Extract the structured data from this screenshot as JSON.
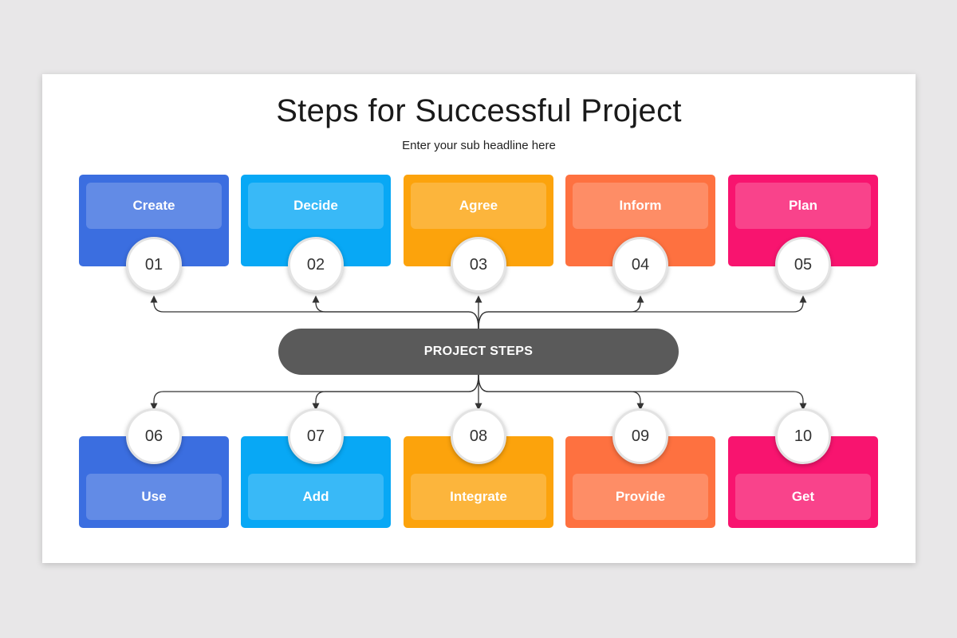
{
  "title": "Steps for Successful Project",
  "subtitle": "Enter your sub headline here",
  "center_label": "PROJECT STEPS",
  "steps_top": [
    {
      "number": "01",
      "label": "Create",
      "color": "#3b6ee0"
    },
    {
      "number": "02",
      "label": "Decide",
      "color": "#08a8f5"
    },
    {
      "number": "03",
      "label": "Agree",
      "color": "#fca30c"
    },
    {
      "number": "04",
      "label": "Inform",
      "color": "#fe7140"
    },
    {
      "number": "05",
      "label": "Plan",
      "color": "#f8146f"
    }
  ],
  "steps_bottom": [
    {
      "number": "06",
      "label": "Use",
      "color": "#3b6ee0"
    },
    {
      "number": "07",
      "label": "Add",
      "color": "#08a8f5"
    },
    {
      "number": "08",
      "label": "Integrate",
      "color": "#fca30c"
    },
    {
      "number": "09",
      "label": "Provide",
      "color": "#fe7140"
    },
    {
      "number": "10",
      "label": "Get",
      "color": "#f8146f"
    }
  ],
  "connector_color": "#333333"
}
